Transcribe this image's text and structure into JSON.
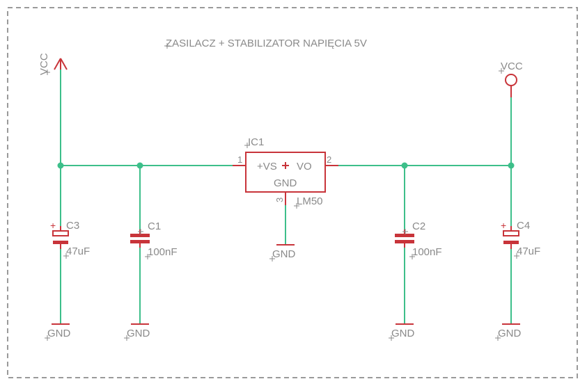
{
  "title": "ZASILACZ + STABILIZATOR NAPIĘCIA 5V",
  "supply_left": "VCC",
  "supply_right": "VCC",
  "ic": {
    "name": "IC1",
    "value": "LM50",
    "pin_in": "+VS",
    "pin_out": "VO",
    "pin_gnd": "GND",
    "pin1": "1",
    "pin2": "2",
    "pin3": "3"
  },
  "capacitors": [
    {
      "name": "C3",
      "value": "47uF"
    },
    {
      "name": "C1",
      "value": "100nF"
    },
    {
      "name": "C2",
      "value": "100nF"
    },
    {
      "name": "C4",
      "value": "47uF"
    }
  ],
  "grounds": [
    "GND",
    "GND",
    "GND",
    "GND",
    "GND"
  ],
  "colors": {
    "wire": "#3dbf8a",
    "symbol": "#c8343a",
    "label": "#8a8a8a",
    "frame": "#9a9a9a"
  }
}
